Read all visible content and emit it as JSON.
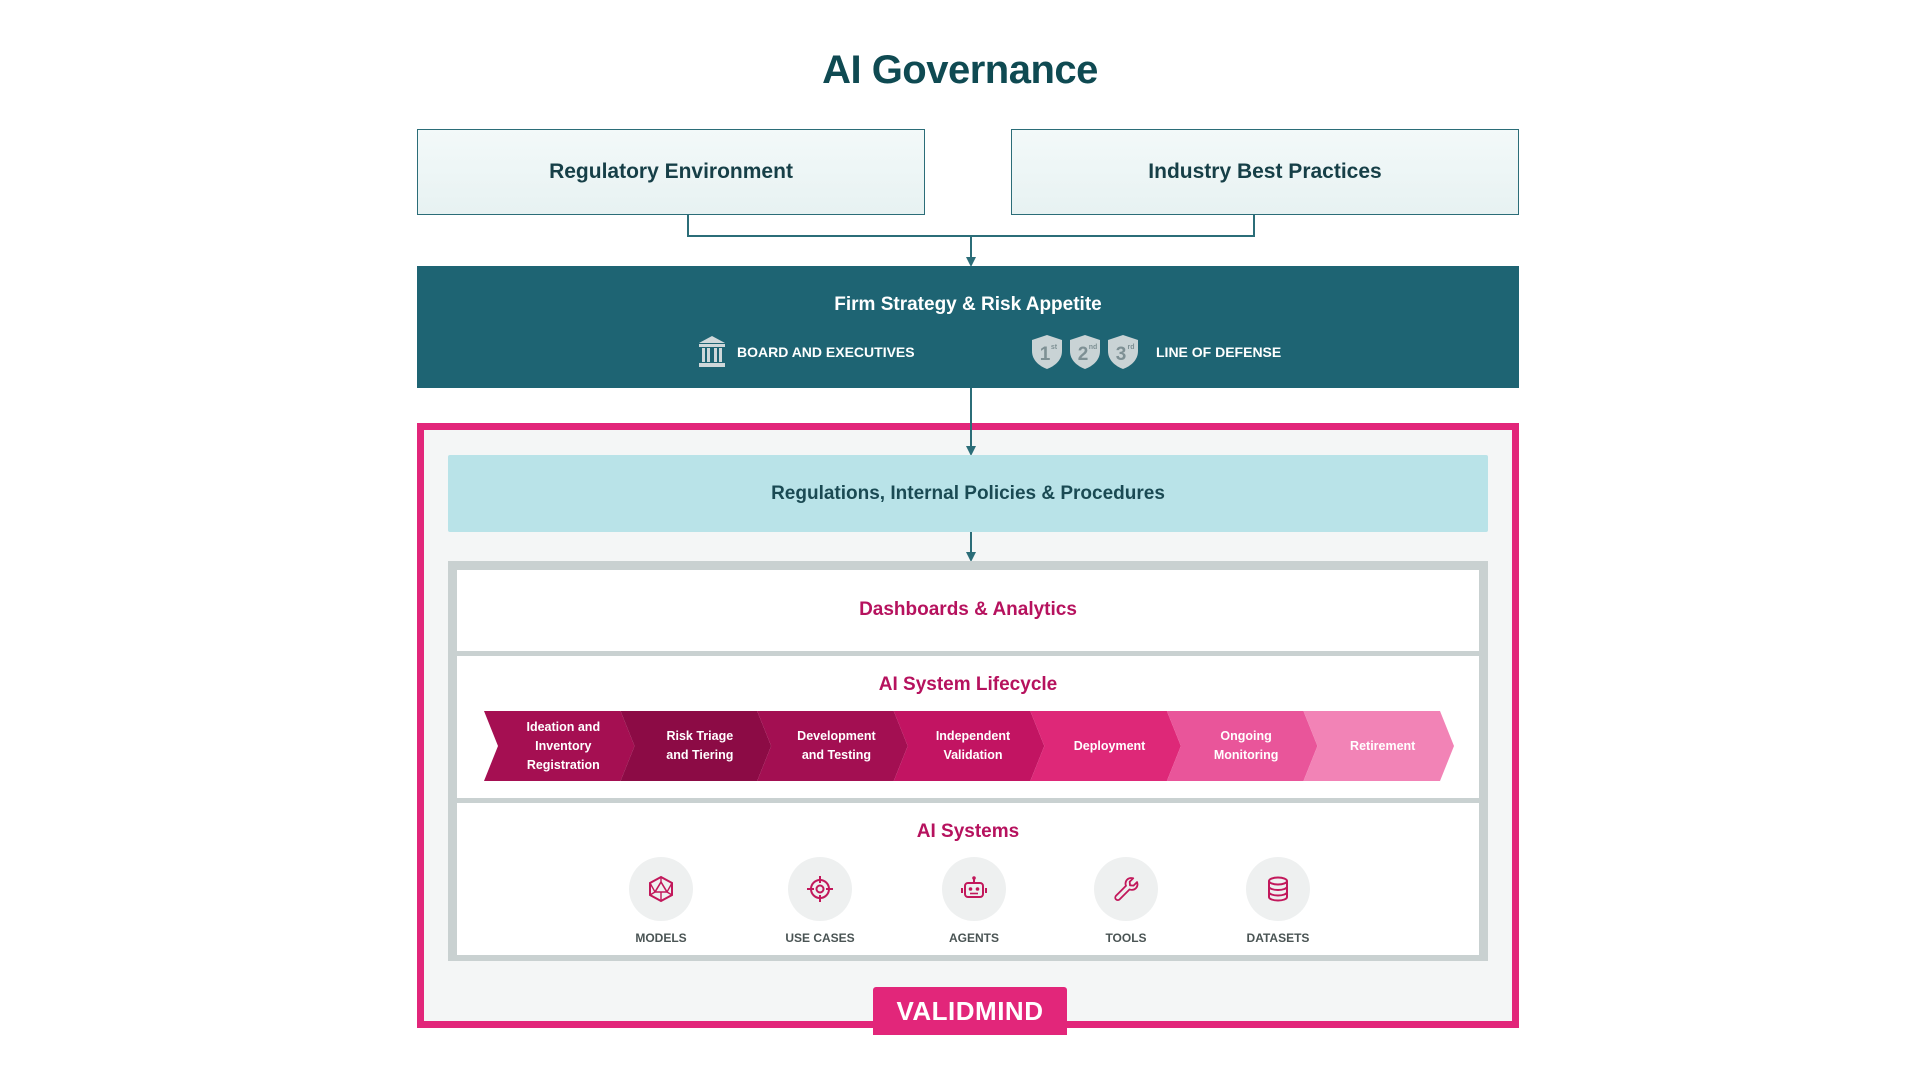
{
  "title": "AI Governance",
  "inputs": {
    "regulatory": "Regulatory Environment",
    "industry": "Industry Best Practices"
  },
  "strategy": {
    "title": "Firm Strategy & Risk Appetite",
    "board_label": "BOARD AND EXECUTIVES",
    "defense_label": "LINE OF DEFENSE",
    "shields": [
      {
        "number": "1",
        "suffix": "st"
      },
      {
        "number": "2",
        "suffix": "nd"
      },
      {
        "number": "3",
        "suffix": "rd"
      }
    ]
  },
  "policies": "Regulations, Internal Policies & Procedures",
  "dashboards": "Dashboards & Analytics",
  "lifecycle": {
    "title": "AI System Lifecycle",
    "stages": [
      {
        "lines": [
          "Ideation and",
          "Inventory",
          "Registration"
        ],
        "color": "#a50f52"
      },
      {
        "lines": [
          "Risk Triage",
          "and Tiering"
        ],
        "color": "#8c0b45"
      },
      {
        "lines": [
          "Development",
          "and Testing"
        ],
        "color": "#a30f52"
      },
      {
        "lines": [
          "Independent",
          "Validation"
        ],
        "color": "#c21462"
      },
      {
        "lines": [
          "Deployment"
        ],
        "color": "#de2878"
      },
      {
        "lines": [
          "Ongoing",
          "Monitoring"
        ],
        "color": "#e9559a"
      },
      {
        "lines": [
          "Retirement"
        ],
        "color": "#f283b6"
      }
    ]
  },
  "systems": {
    "title": "AI Systems",
    "items": [
      {
        "label": "MODELS",
        "icon": "models-icon"
      },
      {
        "label": "USE CASES",
        "icon": "use-cases-icon"
      },
      {
        "label": "AGENTS",
        "icon": "agents-icon"
      },
      {
        "label": "TOOLS",
        "icon": "tools-icon"
      },
      {
        "label": "DATASETS",
        "icon": "datasets-icon"
      }
    ]
  },
  "logo": "VALIDMIND",
  "colors": {
    "teal_dark": "#1e6473",
    "teal_text": "#0f4a52",
    "pink": "#e2267a",
    "magenta_text": "#b6125e",
    "policies_bg": "#b9e3e8"
  }
}
